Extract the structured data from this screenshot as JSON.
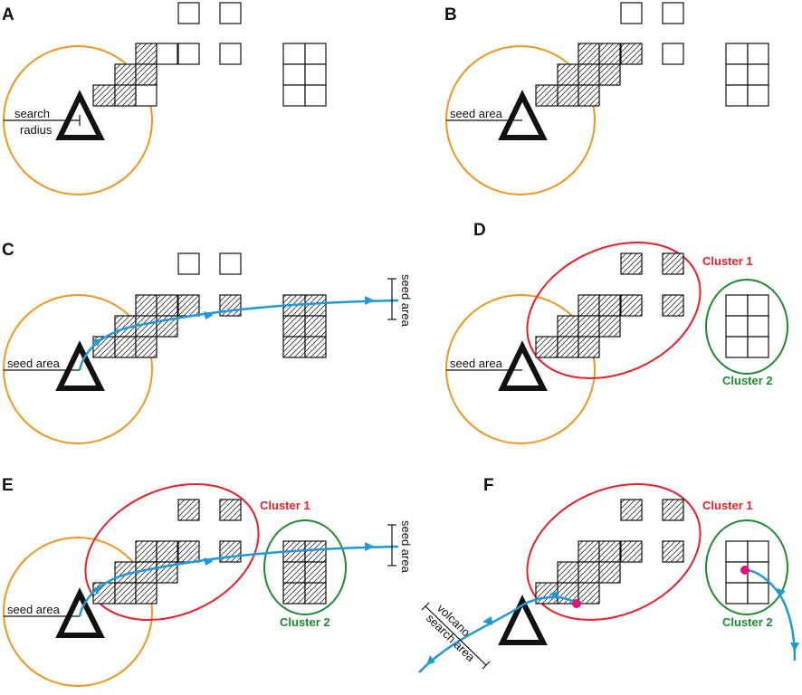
{
  "panels": [
    {
      "letter": "A",
      "label_lines": [
        "search",
        "radius"
      ]
    },
    {
      "letter": "B",
      "label": "seed area"
    },
    {
      "letter": "C",
      "label": "seed area",
      "right_label": "seed area"
    },
    {
      "letter": "D",
      "label": "seed area",
      "cluster1": "Cluster 1",
      "cluster2": "Cluster 2"
    },
    {
      "letter": "E",
      "label": "seed area",
      "right_label": "seed area",
      "cluster1": "Cluster 1",
      "cluster2": "Cluster 2"
    },
    {
      "letter": "F",
      "cluster1": "Cluster 1",
      "cluster2": "Cluster 2",
      "volcano_lines": [
        "volcano",
        "search area"
      ]
    }
  ],
  "colors": {
    "orange": "#f0961e",
    "red": "#e8202a",
    "green": "#1e8a2e",
    "blue": "#1f9ad6",
    "magenta": "#e0157a",
    "hatch": "#333333"
  }
}
